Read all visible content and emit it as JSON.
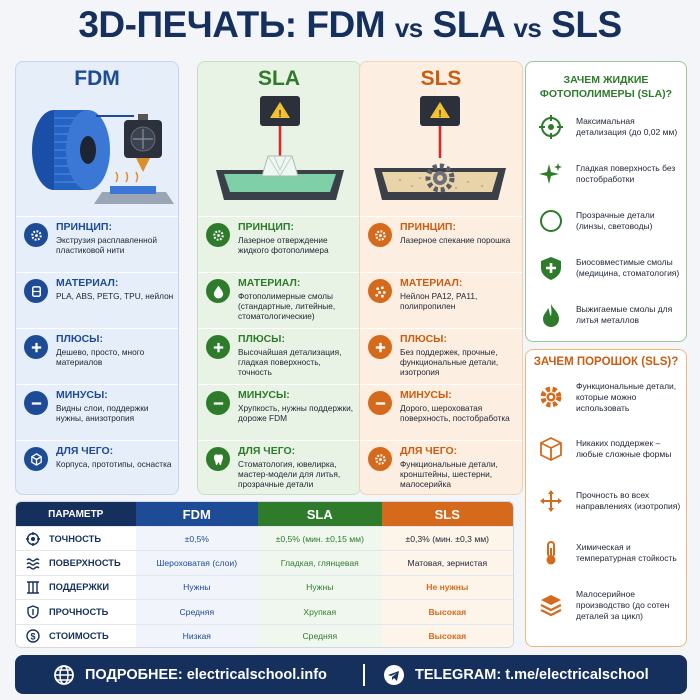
{
  "title": {
    "part1": "3D-ПЕЧАТЬ: FDM",
    "vs1": "vs",
    "part2": "SLA",
    "vs2": "vs",
    "part3": "SLS"
  },
  "columns": {
    "fdm": {
      "name": "FDM",
      "sections": [
        {
          "title": "ПРИНЦИП:",
          "text": "Экструзия расплавленной пластиковой нити",
          "icon": "gear-icon"
        },
        {
          "title": "МАТЕРИАЛ:",
          "text": "PLA, ABS, PETG, TPU, нейлон",
          "icon": "spool-icon"
        },
        {
          "title": "ПЛЮСЫ:",
          "text": "Дешево, просто, много материалов",
          "icon": "plus-icon"
        },
        {
          "title": "МИНУСЫ:",
          "text": "Видны слои, поддержки нужны, анизотропия",
          "icon": "minus-icon"
        },
        {
          "title": "ДЛЯ ЧЕГО:",
          "text": "Корпуса, прототипы, оснастка",
          "icon": "cube-icon"
        }
      ]
    },
    "sla": {
      "name": "SLA",
      "sections": [
        {
          "title": "ПРИНЦИП:",
          "text": "Лазерное отверждение жидкого фотополимера",
          "icon": "gear-icon"
        },
        {
          "title": "МАТЕРИАЛ:",
          "text": "Фотополимерные смолы (стандартные, литейные, стоматологические)",
          "icon": "drop-icon"
        },
        {
          "title": "ПЛЮСЫ:",
          "text": "Высочайшая детализация, гладкая поверхность, точность",
          "icon": "plus-icon"
        },
        {
          "title": "МИНУСЫ:",
          "text": "Хрупкость, нужны поддержки, дороже FDM",
          "icon": "minus-icon"
        },
        {
          "title": "ДЛЯ ЧЕГО:",
          "text": "Стоматология, ювелирка, мастер-модели для литья, прозрачные детали",
          "icon": "tooth-icon"
        }
      ]
    },
    "sls": {
      "name": "SLS",
      "sections": [
        {
          "title": "ПРИНЦИП:",
          "text": "Лазерное спекание порошка",
          "icon": "gear-icon"
        },
        {
          "title": "МАТЕРИАЛ:",
          "text": "Нейлон PA12, PA11, полипропилен",
          "icon": "powder-icon"
        },
        {
          "title": "ПЛЮСЫ:",
          "text": "Без поддержек, прочные, функциональные детали, изотропия",
          "icon": "plus-icon"
        },
        {
          "title": "МИНУСЫ:",
          "text": "Дорого, шероховатая поверхность, постобработка",
          "icon": "minus-icon"
        },
        {
          "title": "ДЛЯ ЧЕГО:",
          "text": "Функциональные детали, кронштейны, шестерни, малосерийка",
          "icon": "gear-icon"
        }
      ]
    }
  },
  "side_sla": {
    "title_line1": "ЗАЧЕМ ЖИДКИЕ",
    "title_line2": "ФОТОПОЛИМЕРЫ (SLA)?",
    "items": [
      {
        "text": "Максимальная детализация (до 0,02 мм)",
        "icon": "crosshair-icon"
      },
      {
        "text": "Гладкая поверхность без постобработки",
        "icon": "sparkle-icon"
      },
      {
        "text": "Прозрачные детали (линзы, световоды)",
        "icon": "circle-icon"
      },
      {
        "text": "Биосовместимые смолы (медицина, стоматология)",
        "icon": "shield-cross-icon"
      },
      {
        "text": "Выжигаемые смолы для литья металлов",
        "icon": "flame-icon"
      }
    ]
  },
  "side_sls": {
    "title": "ЗАЧЕМ ПОРОШОК (SLS)?",
    "items": [
      {
        "text": "Функциональные детали, которые можно использовать",
        "icon": "gear-icon"
      },
      {
        "text": "Никаких поддержек – любые сложные формы",
        "icon": "cube-icon"
      },
      {
        "text": "Прочность во всех направлениях (изотропия)",
        "icon": "arrows-icon"
      },
      {
        "text": "Химическая и температурная стойкость",
        "icon": "thermometer-icon"
      },
      {
        "text": "Малосерийное производство (до сотен деталей за цикл)",
        "icon": "layers-icon"
      }
    ]
  },
  "table": {
    "headers": [
      "ПАРАМЕТР",
      "FDM",
      "SLA",
      "SLS"
    ],
    "rows": [
      {
        "param": "ТОЧНОСТЬ",
        "fdm": "±0,5%",
        "sla": "±0,5% (мин. ±0,15 мм)",
        "sls": "±0,3% (мин. ±0,3 мм)",
        "icon": "target-icon"
      },
      {
        "param": "ПОВЕРХНОСТЬ",
        "fdm": "Шероховатая (слои)",
        "sla": "Гладкая, глянцевая",
        "sls": "Матовая, зернистая",
        "icon": "waves-icon"
      },
      {
        "param": "ПОДДЕРЖКИ",
        "fdm": "Нужны",
        "sla": "Нужны",
        "sls": "Не нужны",
        "icon": "supports-icon"
      },
      {
        "param": "ПРОЧНОСТЬ",
        "fdm": "Средняя",
        "sla": "Хрупкая",
        "sls": "Высокая",
        "icon": "shield-icon"
      },
      {
        "param": "СТОИМОСТЬ",
        "fdm": "Низкая",
        "sla": "Средняя",
        "sls": "Высокая",
        "icon": "dollar-icon"
      }
    ]
  },
  "footer": {
    "left": "ПОДРОБНЕЕ: electricalschool.info",
    "right": "TELEGRAM: t.me/electricalschool"
  },
  "colors": {
    "navy": "#16305e",
    "fdm": "#1d4b95",
    "sla": "#2e7b2c",
    "sls": "#d66a1c"
  }
}
